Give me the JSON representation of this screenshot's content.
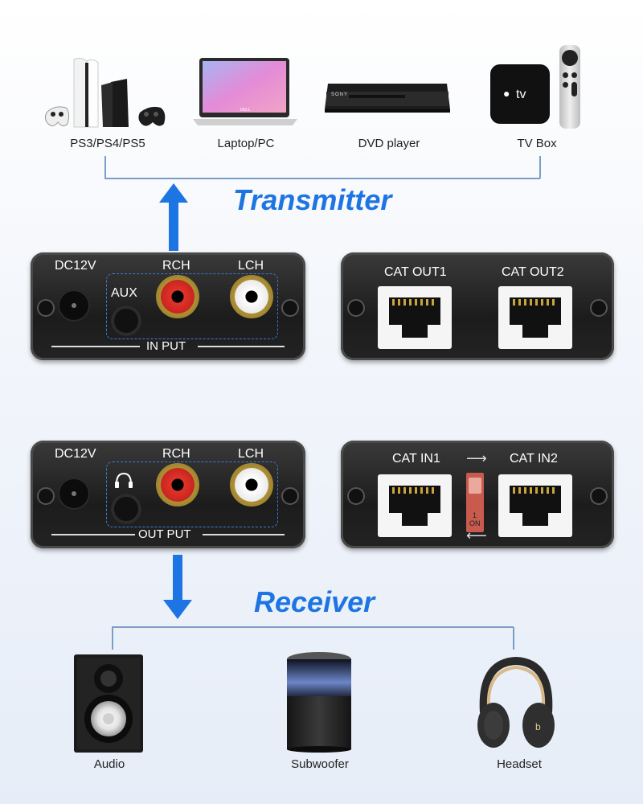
{
  "transmitter": {
    "title": "Transmitter",
    "sources": [
      {
        "label": "PS3/PS4/PS5",
        "icon": "game-console-icon"
      },
      {
        "label": "Laptop/PC",
        "icon": "laptop-icon"
      },
      {
        "label": "DVD player",
        "icon": "dvd-player-icon"
      },
      {
        "label": "TV Box",
        "icon": "tv-box-icon"
      }
    ],
    "panel_input": {
      "dc_label": "DC12V",
      "aux_label": "AUX",
      "rch_label": "RCH",
      "lch_label": "LCH",
      "group_label": "IN PUT"
    },
    "panel_cat": {
      "port1_label": "CAT OUT1",
      "port2_label": "CAT OUT2"
    },
    "dvd_brand": "SONY",
    "laptop_brand": "DELL",
    "tvbox_brand": "tv"
  },
  "receiver": {
    "title": "Receiver",
    "panel_output": {
      "dc_label": "DC12V",
      "rch_label": "RCH",
      "lch_label": "LCH",
      "group_label": "OUT PUT"
    },
    "panel_cat": {
      "port1_label": "CAT IN1",
      "port2_label": "CAT IN2",
      "dip_number": "1",
      "dip_on": "ON"
    },
    "outputs": [
      {
        "label": "Audio",
        "icon": "speaker-icon"
      },
      {
        "label": "Subwoofer",
        "icon": "subwoofer-icon"
      },
      {
        "label": "Headset",
        "icon": "headphones-icon"
      }
    ]
  },
  "colors": {
    "accent": "#1d74e3",
    "panel": "#222222",
    "rca_red": "#e2332b",
    "rca_white": "#ffffff",
    "dip_switch": "#c85a4e"
  }
}
